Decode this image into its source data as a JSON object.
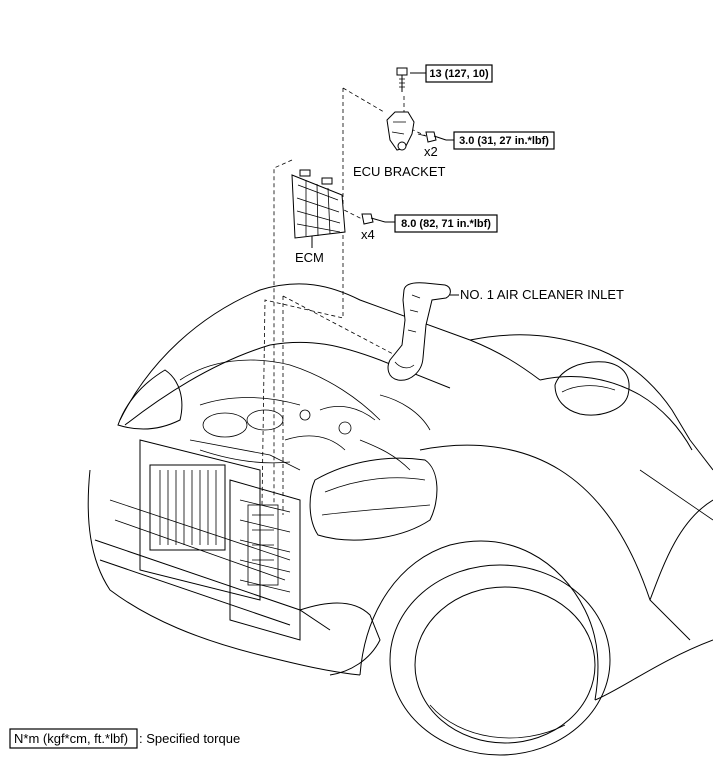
{
  "torque_specs": {
    "bracket_bolt_top": "13 (127, 10)",
    "bracket_bolt_side": "3.0 (31, 27 in.*lbf)",
    "ecm_bolt": "8.0 (82, 71 in.*lbf)"
  },
  "quantities": {
    "bracket_bolt_side": "x2",
    "ecm_bolt": "x4"
  },
  "part_labels": {
    "ecu_bracket": "ECU BRACKET",
    "ecm": "ECM",
    "air_cleaner_inlet": "NO. 1 AIR CLEANER INLET"
  },
  "legend": {
    "unit_box": "N*m (kgf*cm, ft.*lbf)",
    "description": ": Specified torque"
  }
}
